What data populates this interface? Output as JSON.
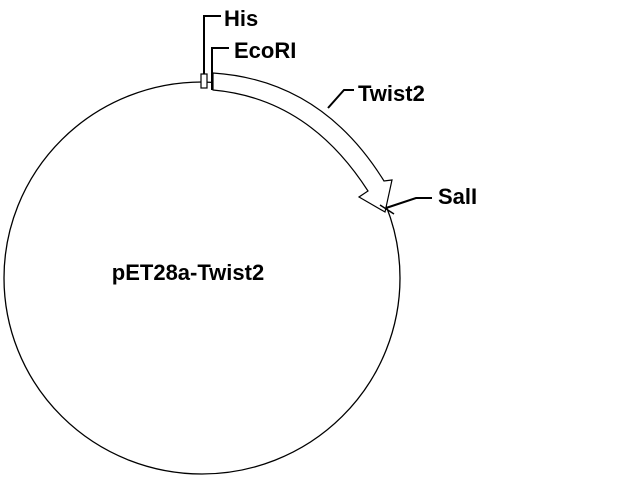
{
  "plasmid": {
    "name": "pET28a-Twist2"
  },
  "features": {
    "his": {
      "label": "His"
    },
    "ecori": {
      "label": "EcoRI"
    },
    "twist2": {
      "label": "Twist2"
    },
    "sali": {
      "label": "SalI"
    }
  },
  "colors": {
    "line": "#000000",
    "background": "#ffffff"
  }
}
